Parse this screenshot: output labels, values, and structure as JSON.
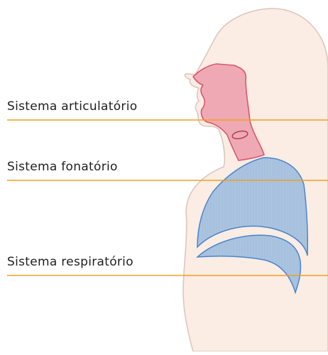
{
  "labels": {
    "articulatory": "Sistema articulatório",
    "phonatory": "Sistema fonatório",
    "respiratory": "Sistema respiratório"
  },
  "colors": {
    "body_fill": "#fbece4",
    "body_outline": "#d9c8bf",
    "vocal_tract_fill": "#efa9b5",
    "vocal_tract_outline": "#d9576d",
    "lungs_fill": "#aac4e0",
    "lungs_outline": "#4a85c8",
    "leader_line": "#f0a020"
  }
}
